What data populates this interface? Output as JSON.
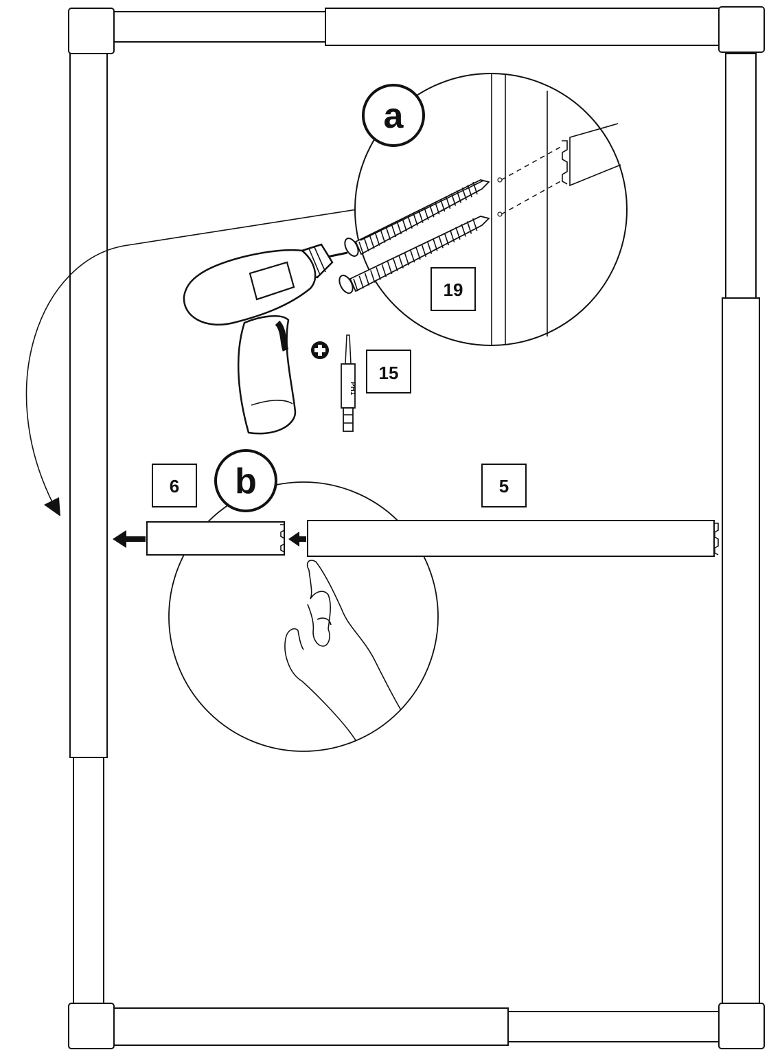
{
  "callouts": {
    "a": "a",
    "b": "b"
  },
  "parts": {
    "screw": "19",
    "bit": "15",
    "short_board": "6",
    "long_board": "5"
  },
  "bit_text": "PH1",
  "colors": {
    "line": "#111111",
    "fill": "#ffffff"
  }
}
